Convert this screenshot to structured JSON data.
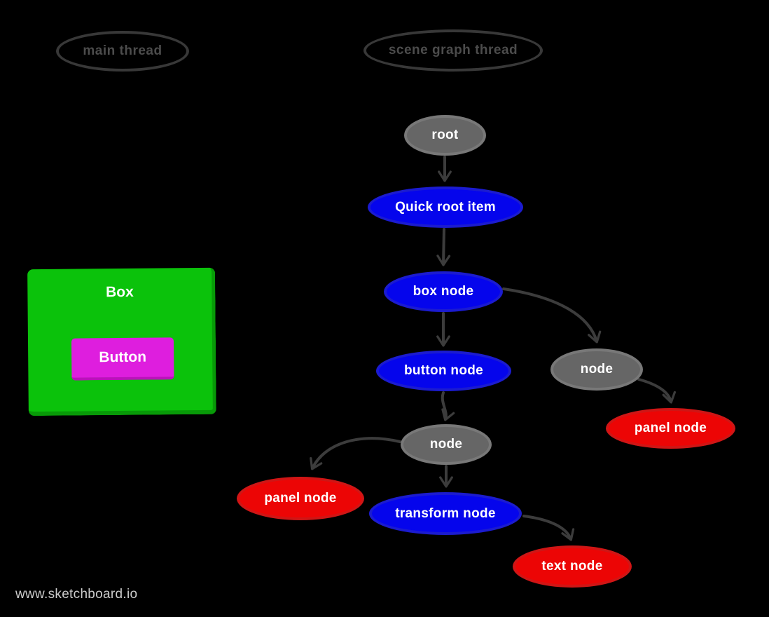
{
  "watermark": "www.sketchboard.io",
  "threads": {
    "main": {
      "label": "main thread"
    },
    "scene_graph": {
      "label": "scene graph thread"
    }
  },
  "ui_mock": {
    "box": {
      "label": "Box"
    },
    "button": {
      "label": "Button"
    }
  },
  "nodes": {
    "root": {
      "label": "root",
      "type": "gray"
    },
    "quick_root_item": {
      "label": "Quick root item",
      "type": "blue"
    },
    "box_node": {
      "label": "box node",
      "type": "blue"
    },
    "button_node": {
      "label": "button node",
      "type": "blue"
    },
    "node_right": {
      "label": "node",
      "type": "gray"
    },
    "panel_node_right": {
      "label": "panel node",
      "type": "red"
    },
    "node_mid": {
      "label": "node",
      "type": "gray"
    },
    "panel_node_left": {
      "label": "panel node",
      "type": "red"
    },
    "transform_node": {
      "label": "transform node",
      "type": "blue"
    },
    "text_node": {
      "label": "text node",
      "type": "red"
    }
  },
  "edges": [
    {
      "from": "root",
      "to": "quick_root_item"
    },
    {
      "from": "quick_root_item",
      "to": "box_node"
    },
    {
      "from": "box_node",
      "to": "button_node"
    },
    {
      "from": "box_node",
      "to": "node_right"
    },
    {
      "from": "node_right",
      "to": "panel_node_right"
    },
    {
      "from": "button_node",
      "to": "node_mid"
    },
    {
      "from": "node_mid",
      "to": "panel_node_left"
    },
    {
      "from": "node_mid",
      "to": "transform_node"
    },
    {
      "from": "transform_node",
      "to": "text_node"
    }
  ],
  "colors": {
    "background": "#000000",
    "node_blue": "#0505ec",
    "node_blue_border": "#1b1bd0",
    "node_gray": "#666666",
    "node_gray_border": "#787878",
    "node_red": "#ec0505",
    "node_red_border": "#d01515",
    "box_green": "#0bc20b",
    "box_green_edge": "#089a08",
    "button_magenta": "#de1ede",
    "button_magenta_edge": "#b913b9",
    "edge": "#3c3c3c",
    "thread_outline": "#383838",
    "thread_text": "#4c4c4c",
    "watermark_text": "#cccccc"
  }
}
